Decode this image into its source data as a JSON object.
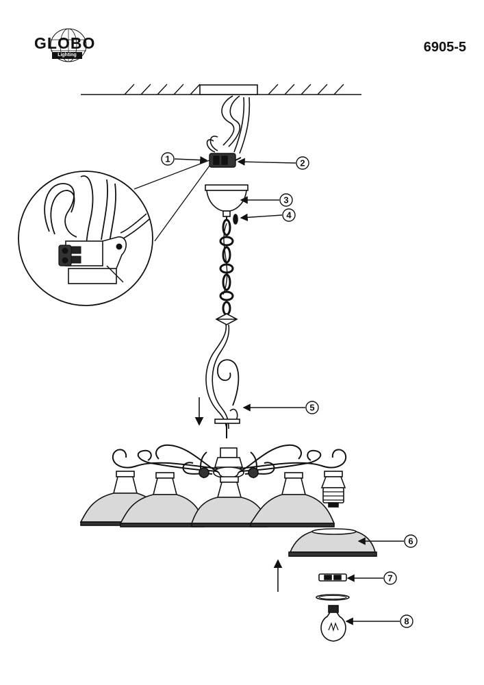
{
  "header": {
    "brand": "GLOBO",
    "brand_sub": "Lighting",
    "model_number": "6905-5"
  },
  "callouts": [
    {
      "num": "1",
      "target": "wire-connector"
    },
    {
      "num": "2",
      "target": "terminal-block"
    },
    {
      "num": "3",
      "target": "ceiling-canopy"
    },
    {
      "num": "4",
      "target": "canopy-screw"
    },
    {
      "num": "5",
      "target": "scroll-rod"
    },
    {
      "num": "6",
      "target": "glass-shade"
    },
    {
      "num": "7",
      "target": "shade-ring"
    },
    {
      "num": "8",
      "target": "light-bulb"
    }
  ],
  "colors": {
    "ink": "#111111",
    "paper": "#ffffff",
    "shade_fill": "#d9d9d9"
  }
}
